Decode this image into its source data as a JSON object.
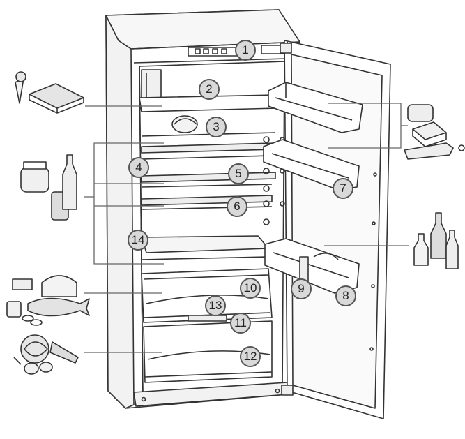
{
  "labels": [
    "1",
    "2",
    "3",
    "4",
    "5",
    "6",
    "7",
    "8",
    "9",
    "10",
    "11",
    "12",
    "13",
    "14"
  ],
  "colors": {
    "outline": "#333333",
    "fill": "#ffffff",
    "shade": "#e6e6e6",
    "badge": "#d9d9d9"
  }
}
